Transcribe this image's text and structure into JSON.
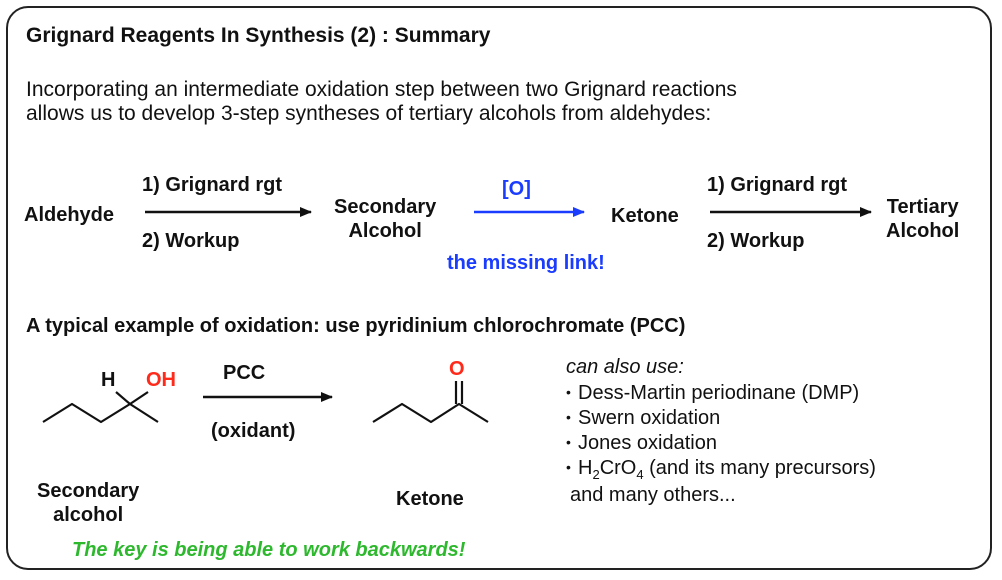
{
  "title": "Grignard Reagents In Synthesis (2) : Summary",
  "intro": {
    "line1": "Incorporating an intermediate oxidation step between two Grignard reactions",
    "line2": "allows us to develop 3-step syntheses of tertiary alcohols from aldehydes:"
  },
  "scheme": {
    "aldehyde": "Aldehyde",
    "step1_top": "1) Grignard rgt",
    "step1_bottom": "2) Workup",
    "secondary_line1": "Secondary",
    "secondary_line2": "Alcohol",
    "oxidation_label": "[O]",
    "missing_link": "the missing link!",
    "ketone": "Ketone",
    "step3_top": "1) Grignard rgt",
    "step3_bottom": "2) Workup",
    "tertiary_line1": "Tertiary",
    "tertiary_line2": "Alcohol"
  },
  "example": {
    "heading": "A typical example of oxidation: use pyridinium chlorochromate (PCC)",
    "h_label": "H",
    "oh_label": "OH",
    "reagent": "PCC",
    "reagent_note": "(oxidant)",
    "o_label": "O",
    "start_name_line1": "Secondary",
    "start_name_line2": "alcohol",
    "product_name": "Ketone"
  },
  "alternatives": {
    "heading": "can also use:",
    "items": [
      "Dess-Martin periodinane (DMP)",
      "Swern oxidation",
      "Jones oxidation"
    ],
    "h2cro4_h": "H",
    "h2cro4_sub1": "2",
    "h2cro4_cr": "CrO",
    "h2cro4_sub2": "4",
    "h2cro4_rest": " (and its many precursors)",
    "footer": "and many others..."
  },
  "footer_note": "The key is being able to work backwards!",
  "colors": {
    "oxidation": "#1a3cff",
    "heteroatom": "#ff2a1a",
    "key_note": "#2eb82e"
  }
}
